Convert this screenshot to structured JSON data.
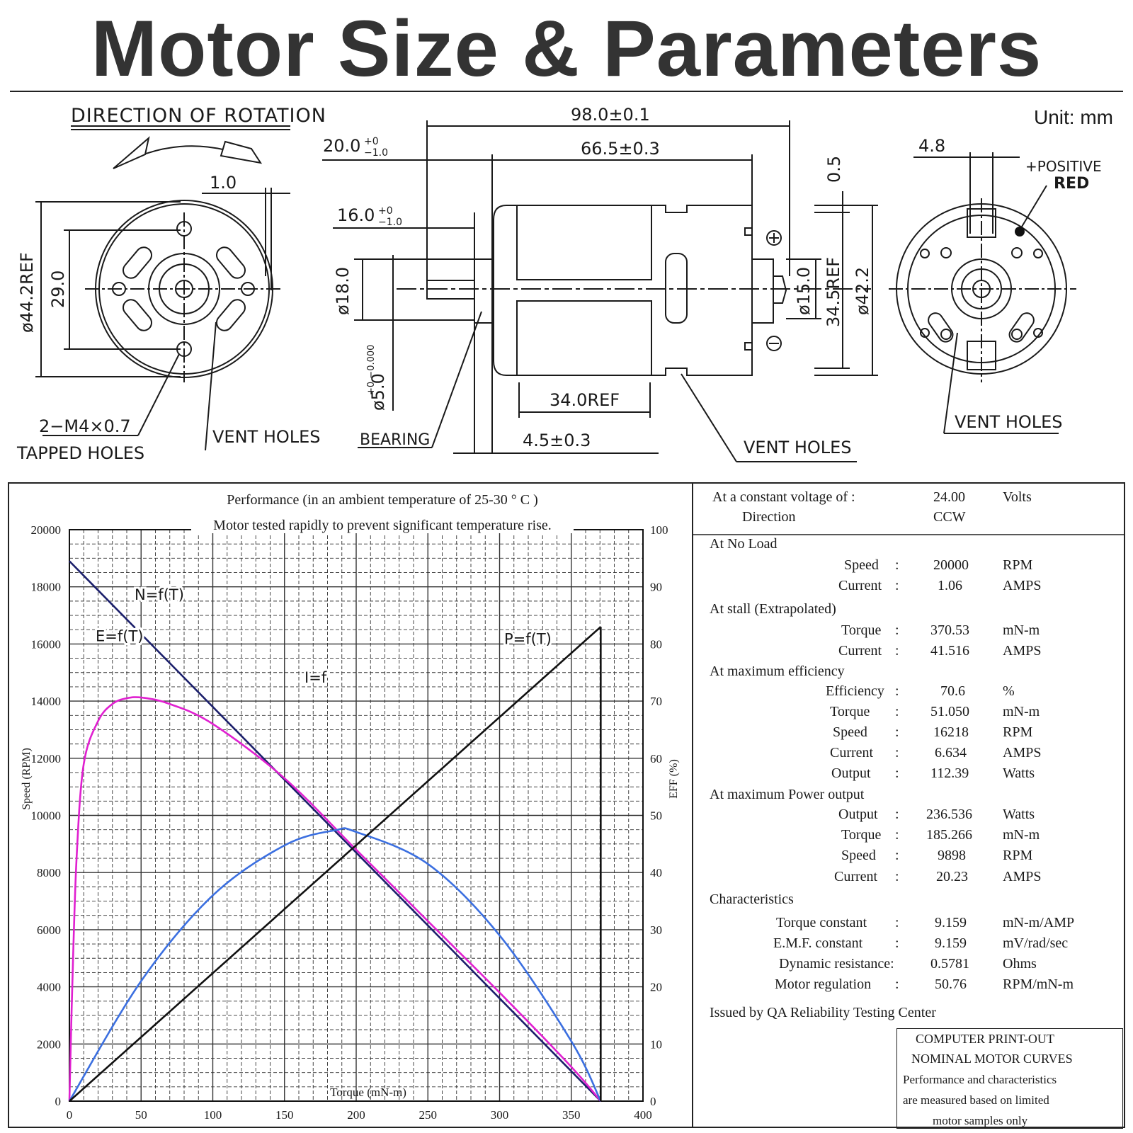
{
  "title": "Motor Size & Parameters",
  "unit": "Unit: mm",
  "drawing": {
    "left": {
      "rotation_label": "DIRECTION OF ROTATION",
      "dim_1_0": "1.0",
      "dim_dia": "ø44.2REF",
      "dim_29": "29.0",
      "tapped_1": "2−M4×0.7",
      "tapped_2": "TAPPED HOLES",
      "vent": "VENT HOLES"
    },
    "side": {
      "dim_98": "98.0±0.1",
      "dim_20": "20.0",
      "dim_20_tol_up": "+0",
      "dim_20_tol_dn": "−1.0",
      "dim_66": "66.5±0.3",
      "dim_05": "0.5",
      "dim_16": "16.0",
      "dim_16_tol_up": "+0",
      "dim_16_tol_dn": "−1.0",
      "dim_18": "ø18.0",
      "dim_5": "ø5.0",
      "dim_5_tol": "+0 −0.000",
      "dim_15": "ø15.0",
      "dim_345": "34.5REF",
      "dim_422": "ø42.2",
      "dim_34": "34.0REF",
      "dim_45": "4.5±0.3",
      "bearing": "BEARING",
      "vent": "VENT HOLES",
      "plus": "⊕",
      "minus": "⊖"
    },
    "right": {
      "dim_48": "4.8",
      "positive": "+POSITIVE",
      "red": "RED",
      "vent": "VENT HOLES"
    }
  },
  "chart_data": {
    "type": "line",
    "title": "Performance (in an ambient temperature of 25-30 ° C )",
    "subtitle": "Motor tested rapidly to prevent significant temperature rise.",
    "xlabel": "Torque (mN-m)",
    "ylabel": "Speed (RPM)",
    "y2label": "EFF (%)",
    "xlim": [
      0,
      400
    ],
    "ylim": [
      0,
      20000
    ],
    "y2lim": [
      0,
      100
    ],
    "x_ticks": [
      "0",
      "50",
      "100",
      "150",
      "200",
      "250",
      "300",
      "350",
      "400"
    ],
    "y_ticks": [
      "0",
      "2000",
      "4000",
      "6000",
      "8000",
      "10000",
      "12000",
      "14000",
      "16000",
      "18000",
      "20000"
    ],
    "y2_ticks": [
      "0",
      "10",
      "20",
      "30",
      "40",
      "50",
      "60",
      "70",
      "80",
      "90",
      "100"
    ],
    "grid": true,
    "series": [
      {
        "name": "N=f(T)",
        "color": "#1b1f6b",
        "label": "N=f(T)",
        "x": [
          0,
          370.53
        ],
        "y": [
          18900,
          0
        ]
      },
      {
        "name": "E=f(T)",
        "color": "#e020d0",
        "label": "E=f(T)",
        "x": [
          0,
          2,
          5,
          10,
          20,
          30,
          40,
          51.05,
          70,
          100,
          150,
          200,
          250,
          300,
          350,
          370.53
        ],
        "y": [
          0,
          4000,
          8500,
          11800,
          13300,
          13900,
          14100,
          14120,
          13900,
          13200,
          11300,
          8800,
          6300,
          3800,
          1200,
          0
        ]
      },
      {
        "name": "P=f(T)",
        "color": "#3b6fe0",
        "label": "P=f(T)",
        "x": [
          0,
          50,
          100,
          150,
          185.27,
          200,
          250,
          300,
          350,
          370.53
        ],
        "y": [
          0,
          4200,
          7200,
          8950,
          9480,
          9420,
          8300,
          5800,
          2100,
          0
        ]
      },
      {
        "name": "I=f",
        "color": "#111111",
        "label": "I=f",
        "x": [
          0,
          370.53
        ],
        "y": [
          0,
          16600
        ]
      }
    ]
  },
  "specs": {
    "voltage_label": "At a constant voltage of :",
    "voltage_value": "24.00",
    "voltage_unit": "Volts",
    "direction_label": "Direction",
    "direction_value": "CCW",
    "no_load": "At No Load",
    "nl_speed_label": "Speed",
    "nl_speed": "20000",
    "nl_speed_unit": "RPM",
    "nl_current_label": "Current",
    "nl_current": "1.06",
    "nl_current_unit": "AMPS",
    "stall": "At stall (Extrapolated)",
    "st_torque_label": "Torque",
    "st_torque": "370.53",
    "st_torque_unit": "mN-m",
    "st_current_label": "Current",
    "st_current": "41.516",
    "st_current_unit": "AMPS",
    "max_eff": "At maximum efficiency",
    "me_eff_label": "Efficiency",
    "me_eff": "70.6",
    "me_eff_unit": "%",
    "me_torque_label": "Torque",
    "me_torque": "51.050",
    "me_torque_unit": "mN-m",
    "me_speed_label": "Speed",
    "me_speed": "16218",
    "me_speed_unit": "RPM",
    "me_current_label": "Current",
    "me_current": "6.634",
    "me_current_unit": "AMPS",
    "me_output_label": "Output",
    "me_output": "112.39",
    "me_output_unit": "Watts",
    "max_power": "At maximum Power output",
    "mp_output_label": "Output",
    "mp_output": "236.536",
    "mp_output_unit": "Watts",
    "mp_torque_label": "Torque",
    "mp_torque": "185.266",
    "mp_torque_unit": "mN-m",
    "mp_speed_label": "Speed",
    "mp_speed": "9898",
    "mp_speed_unit": "RPM",
    "mp_current_label": "Current",
    "mp_current": "20.23",
    "mp_current_unit": "AMPS",
    "chars": "Characteristics",
    "c_tc_label": "Torque constant",
    "c_tc": "9.159",
    "c_tc_unit": "mN-m/AMP",
    "c_emf_label": "E.M.F. constant",
    "c_emf": "9.159",
    "c_emf_unit": "mV/rad/sec",
    "c_dr_label": "Dynamic resistance:",
    "c_dr": "0.5781",
    "c_dr_unit": "Ohms",
    "c_mr_label": "Motor regulation",
    "c_mr": "50.76",
    "c_mr_unit": "RPM/mN-m",
    "colon": ":",
    "issued": "Issued by QA Reliability Testing  Center",
    "stamp_1": "COMPUTER PRINT-OUT",
    "stamp_2": "NOMINAL MOTOR CURVES",
    "stamp_3": "Performance and characteristics",
    "stamp_4": "are  measured  based  on  limited",
    "stamp_5": "motor samples only"
  }
}
